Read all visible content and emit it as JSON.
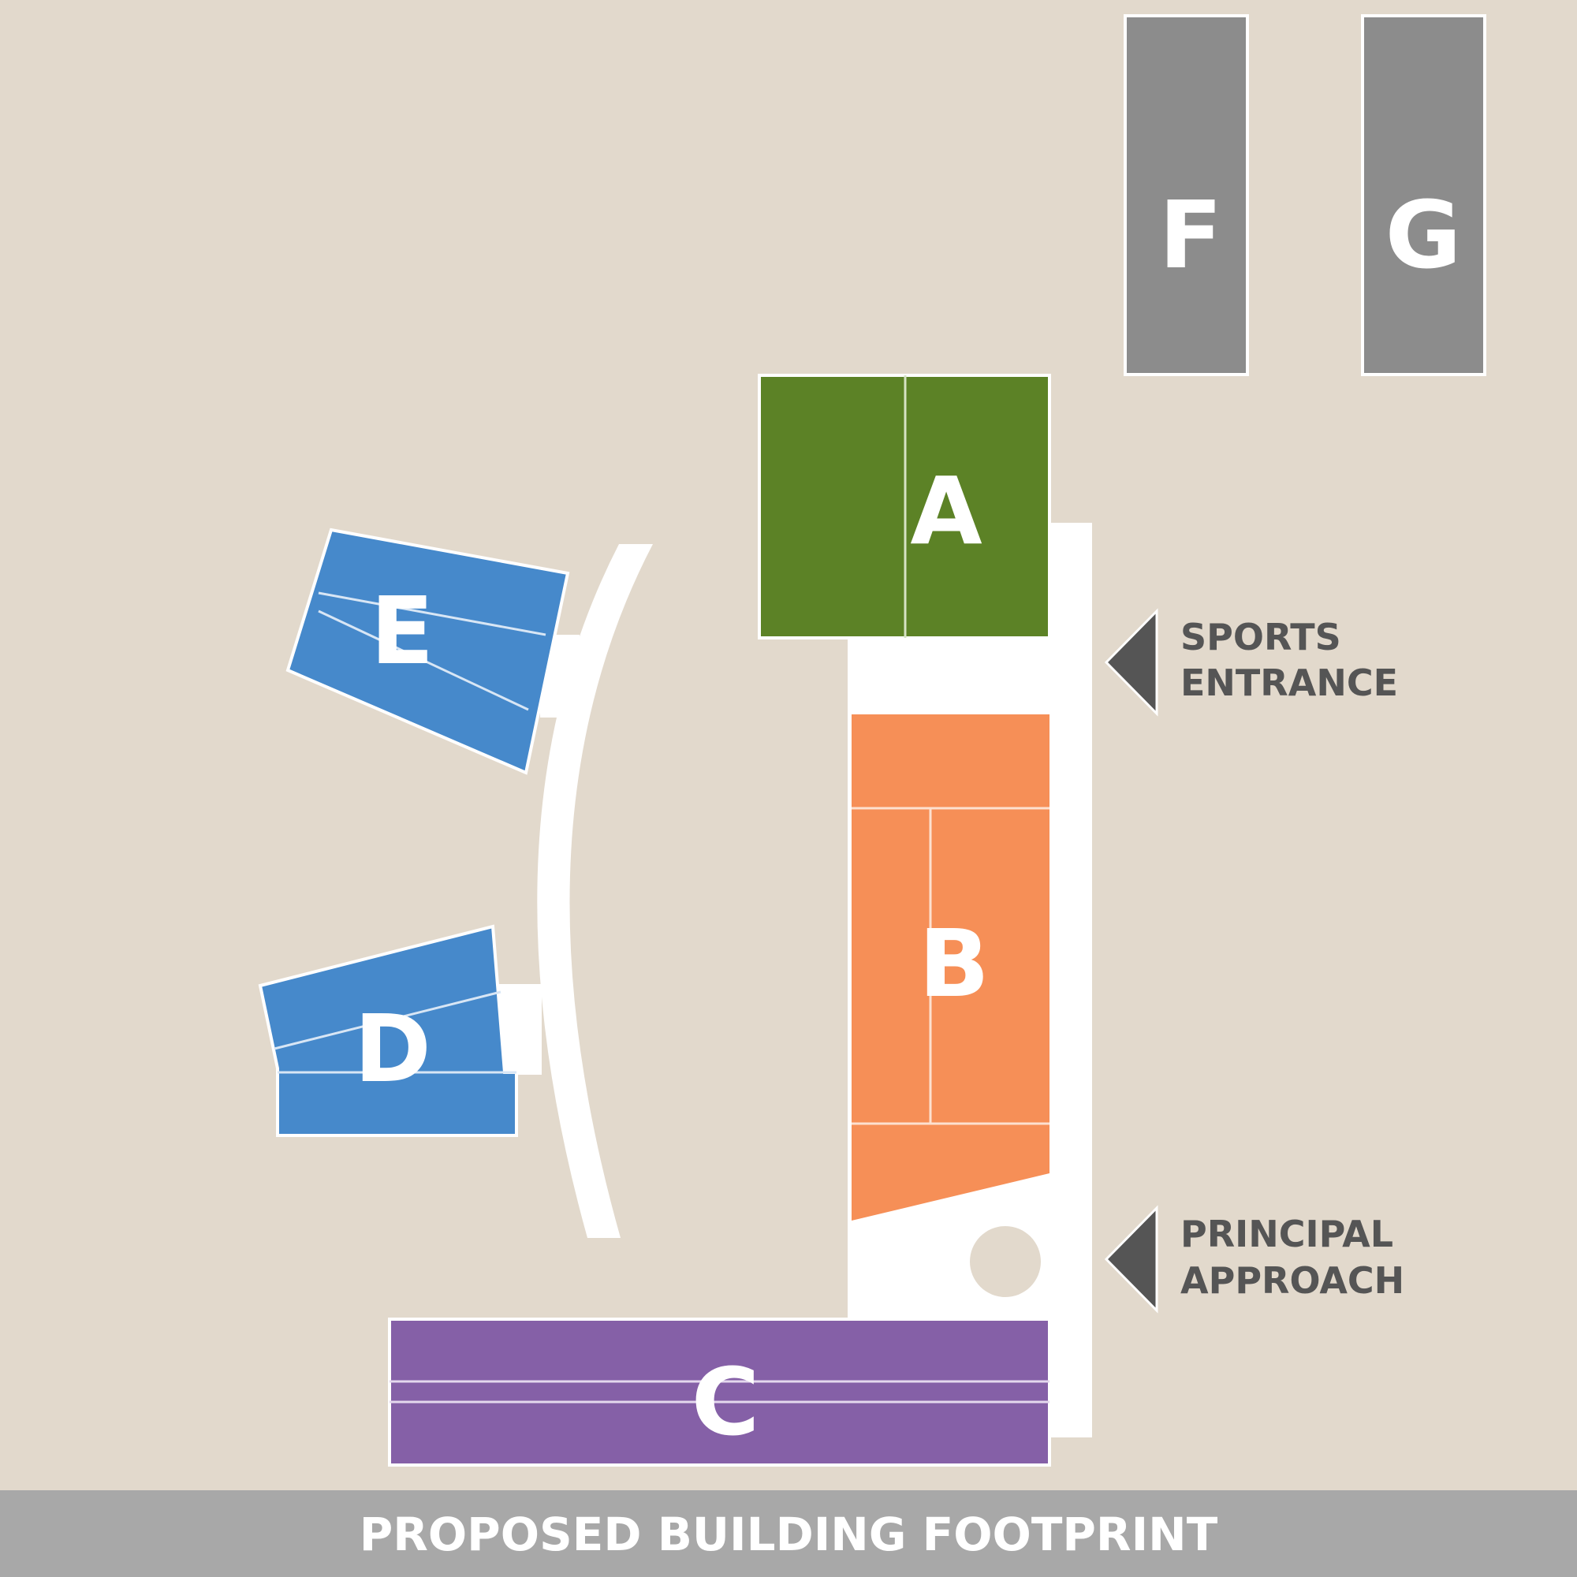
{
  "colors": {
    "background": "#e2d9cc",
    "path": "#ffffff",
    "zone_a": "#5c8226",
    "zone_b": "#f68f57",
    "zone_c": "#8560a7",
    "zones_de": "#4689cb",
    "zones_fg": "#8c8c8c",
    "arrow": "#555555",
    "footer": "#a8a8a8"
  },
  "zones": {
    "a": "A",
    "b": "B",
    "c": "C",
    "d": "D",
    "e": "E",
    "f": "F",
    "g": "G"
  },
  "entrances": {
    "sports": {
      "line1": "SPORTS",
      "line2": "ENTRANCE",
      "icon": "triangle-left-icon"
    },
    "principal": {
      "line1": "PRINCIPAL",
      "line2": "APPROACH",
      "icon": "triangle-left-icon"
    }
  },
  "footer": {
    "label": "PROPOSED BUILDING FOOTPRINT"
  }
}
